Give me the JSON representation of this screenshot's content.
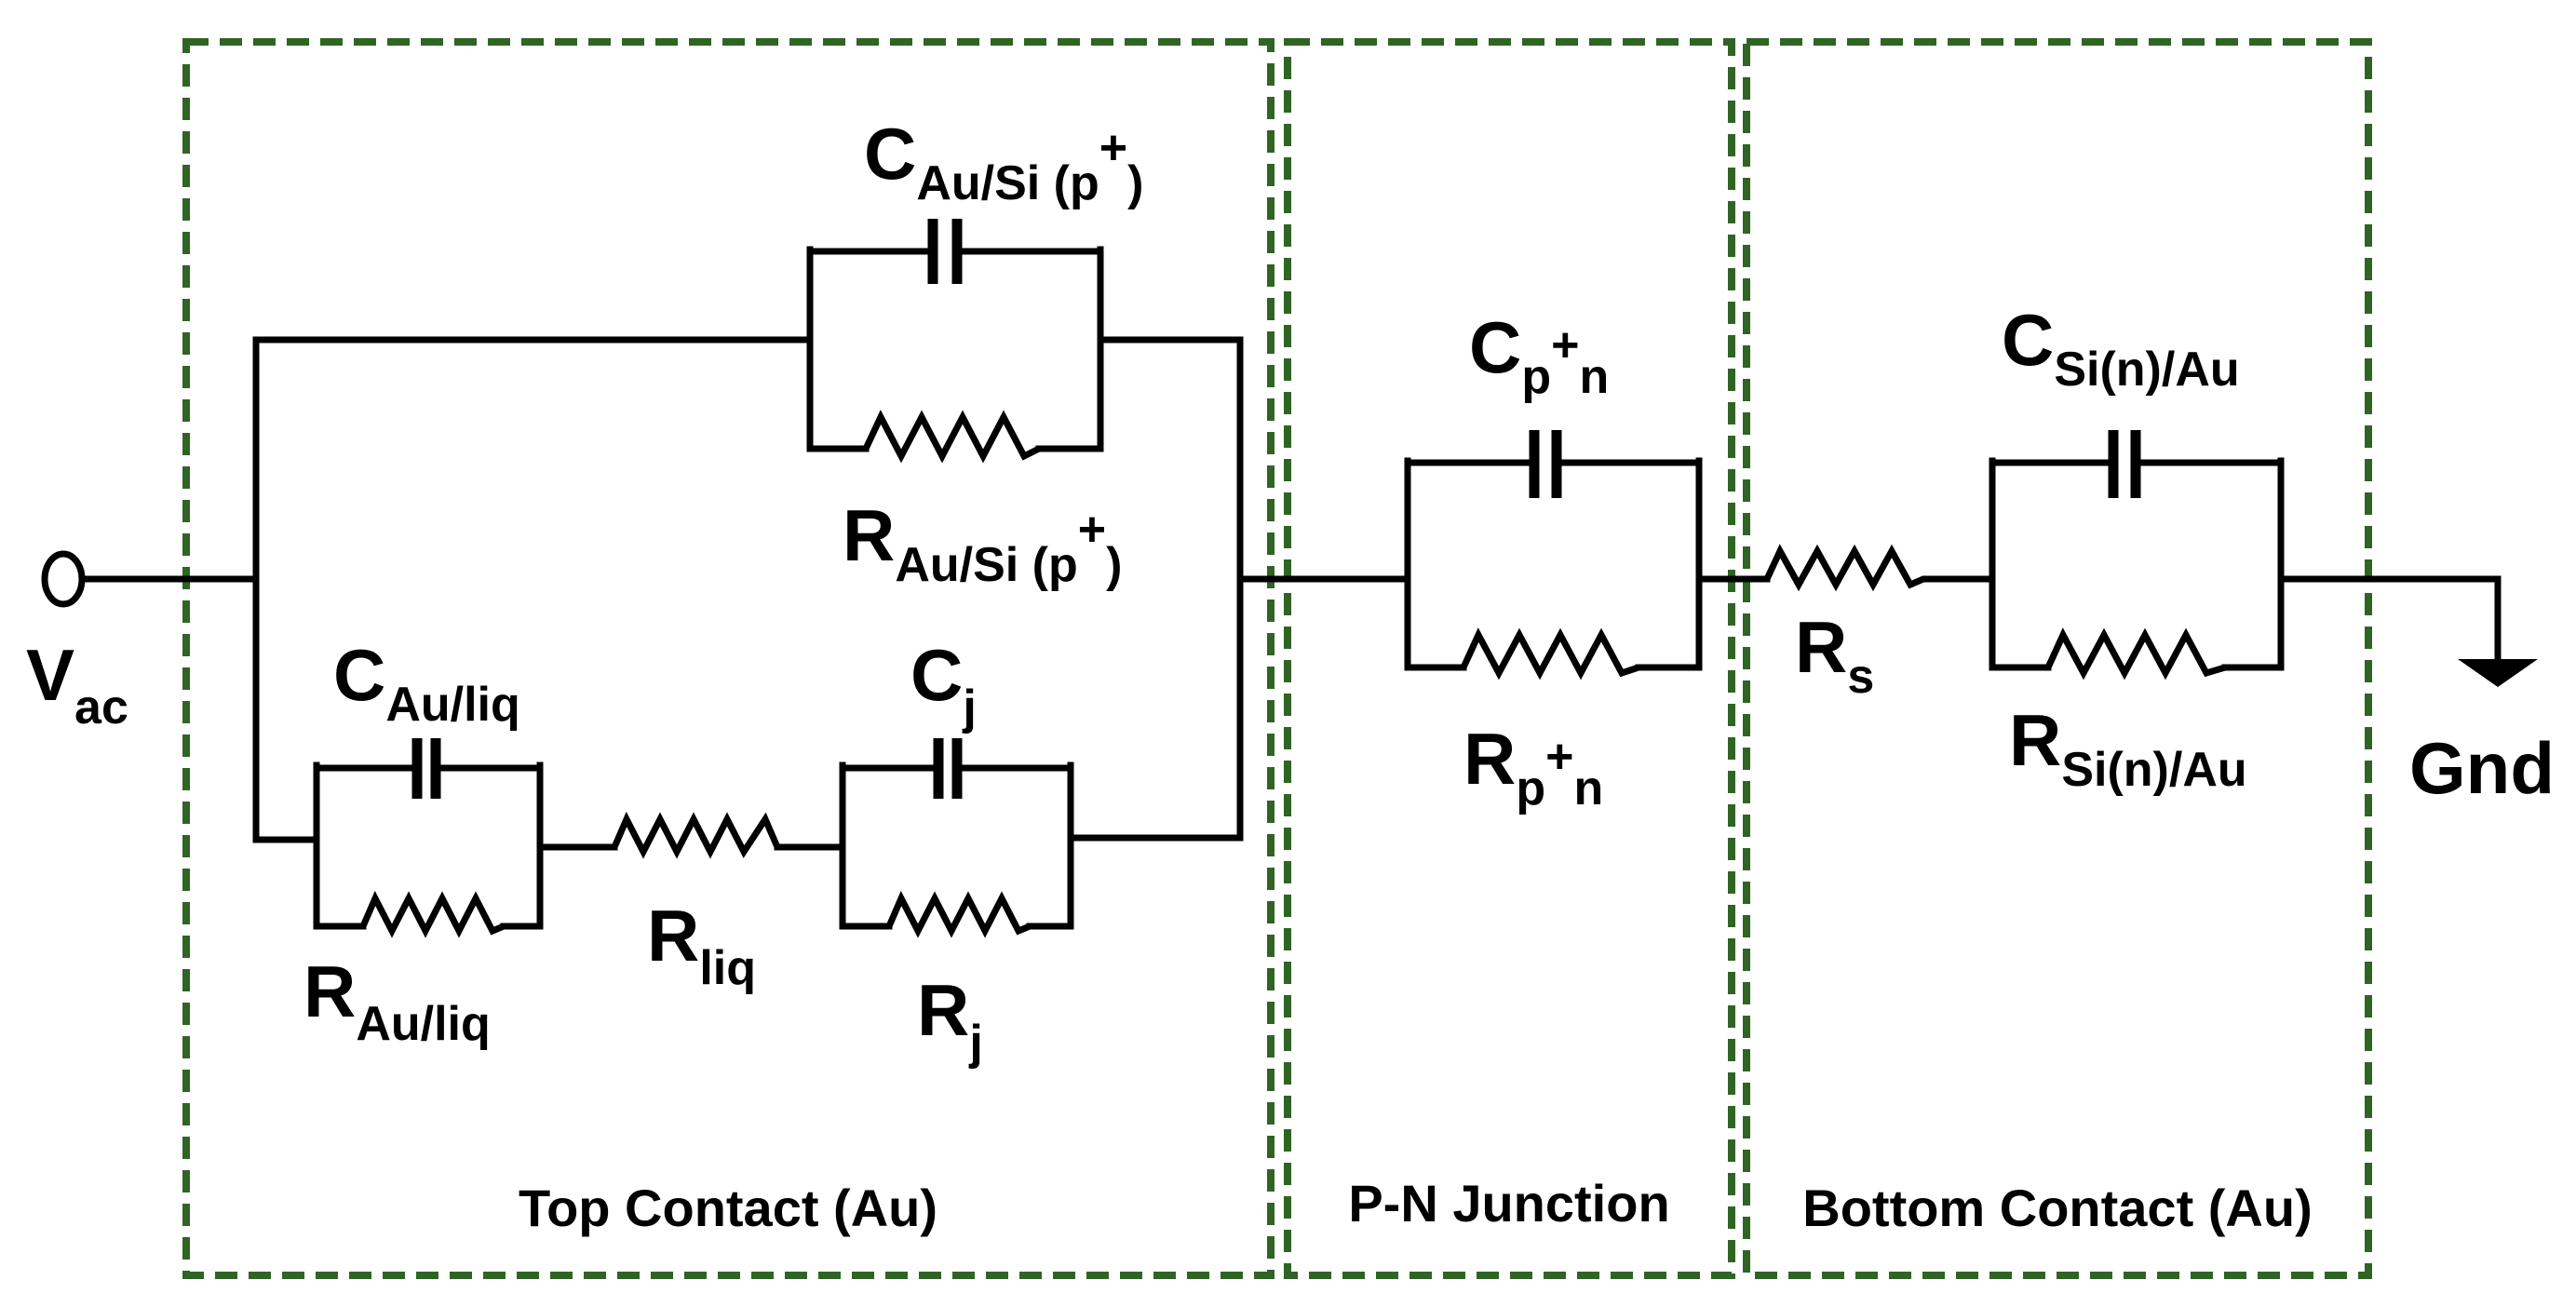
{
  "regions": {
    "top_contact": "Top Contact (Au)",
    "pn_junction": "P-N Junction",
    "bottom_contact": "Bottom Contact (Au)"
  },
  "terminals": {
    "input": {
      "main": "V",
      "sub": "ac"
    },
    "ground": "Gnd"
  },
  "components": {
    "c_au_si_p": {
      "main": "C",
      "sub": "Au/Si (p",
      "sup": "+",
      "tail": ")"
    },
    "r_au_si_p": {
      "main": "R",
      "sub": "Au/Si (p",
      "sup": "+",
      "tail": ")"
    },
    "c_au_liq": {
      "main": "C",
      "sub": "Au/liq"
    },
    "r_au_liq": {
      "main": "R",
      "sub": "Au/liq"
    },
    "r_liq": {
      "main": "R",
      "sub": "liq"
    },
    "c_j": {
      "main": "C",
      "sub": "j"
    },
    "r_j": {
      "main": "R",
      "sub": "j"
    },
    "c_pn": {
      "main": "C",
      "sub": "p",
      "sup": "+",
      "tail": "n"
    },
    "r_pn": {
      "main": "R",
      "sub": "p",
      "sup": "+",
      "tail": "n"
    },
    "r_s": {
      "main": "R",
      "sub": "s"
    },
    "c_si_au": {
      "main": "C",
      "sub": "Si(n)/Au"
    },
    "r_si_au": {
      "main": "R",
      "sub": "Si(n)/Au"
    }
  },
  "colors": {
    "frame": "#2f6424",
    "wire": "#000000"
  }
}
